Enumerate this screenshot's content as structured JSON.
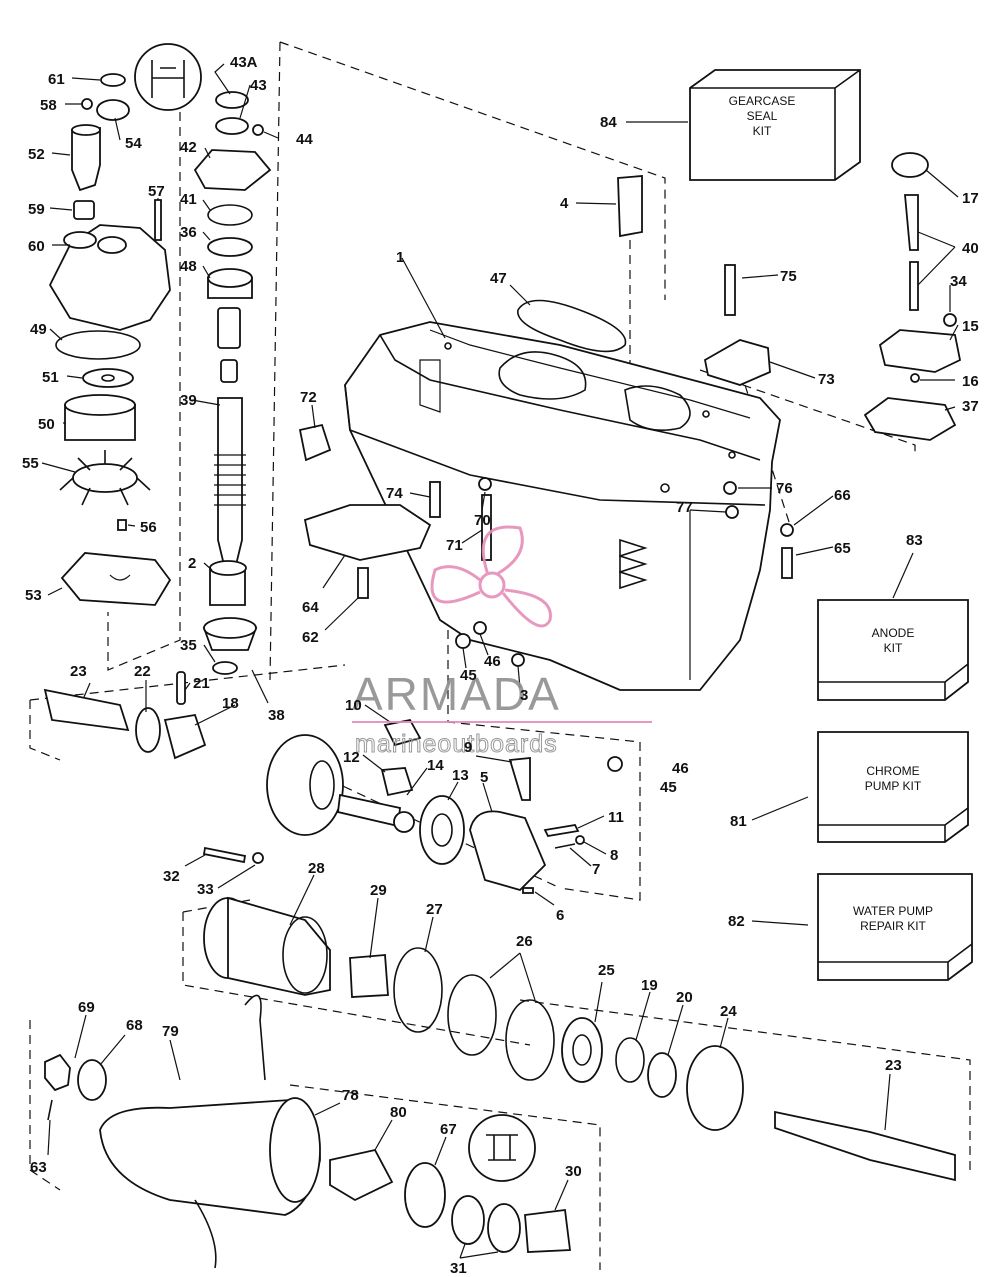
{
  "kits": {
    "k84": {
      "label_lines": [
        "GEARCASE",
        "SEAL",
        "KIT"
      ]
    },
    "k83": {
      "label_lines": [
        "ANODE",
        "KIT"
      ]
    },
    "k81": {
      "label_lines": [
        "CHROME",
        "PUMP KIT"
      ]
    },
    "k82": {
      "label_lines": [
        "WATER PUMP",
        "REPAIR KIT"
      ]
    }
  },
  "callouts": [
    "61",
    "58",
    "54",
    "52",
    "57",
    "59",
    "60",
    "49",
    "51",
    "50",
    "55",
    "56",
    "53",
    "43A",
    "43",
    "44",
    "42",
    "41",
    "36",
    "48",
    "39",
    "2",
    "35",
    "38",
    "23",
    "22",
    "21",
    "18",
    "1",
    "47",
    "4",
    "84",
    "72",
    "74",
    "70",
    "71",
    "64",
    "62",
    "45",
    "46",
    "3",
    "10",
    "12",
    "14",
    "13",
    "5",
    "9",
    "11",
    "8",
    "7",
    "6",
    "75",
    "73",
    "76",
    "77",
    "66",
    "65",
    "17",
    "40",
    "34",
    "15",
    "16",
    "37",
    "83",
    "81",
    "82",
    "32",
    "33",
    "28",
    "29",
    "27",
    "26",
    "25",
    "19",
    "20",
    "24",
    "69",
    "68",
    "79",
    "78",
    "80",
    "67",
    "63",
    "31",
    "30"
  ],
  "watermark": {
    "name": "ARMADA",
    "tagline": "marineoutboards",
    "colors": {
      "pink": "#e68db8",
      "gray": "#8f8f8f"
    }
  }
}
